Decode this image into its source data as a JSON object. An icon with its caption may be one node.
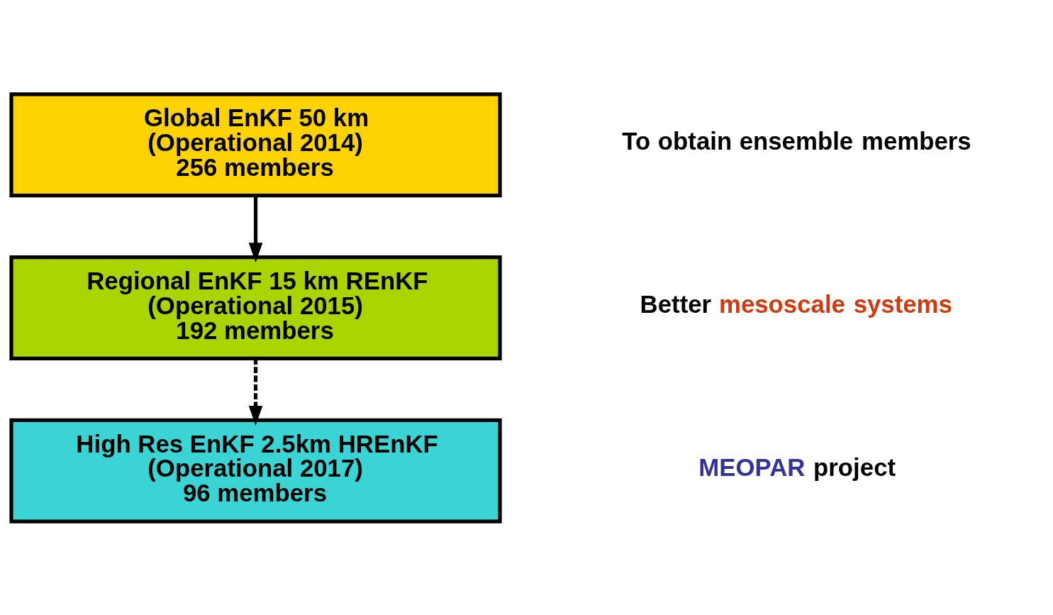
{
  "diagram": {
    "nodes": [
      {
        "text": [
          "Global EnKF 50 km (Operational 2014) 256 members"
        ]
      },
      {
        "text": [
          "Regional EnKF 15 km REnKF (Operational 2015) 192 members"
        ]
      },
      {
        "text": [
          "High Res EnKF 2.5km HREnKF (Operational 2017) 96 members"
        ]
      }
    ],
    "edges": [
      {
        "from": 0,
        "to": 1,
        "arrow": "to"
      },
      {
        "from": 1,
        "to": 2,
        "arrow": "to",
        "style": "dashed"
      }
    ],
    "labels": [
      "To obtain ensemble members",
      "Better mesoscale systems",
      "MEOPAR project"
    ]
  }
}
